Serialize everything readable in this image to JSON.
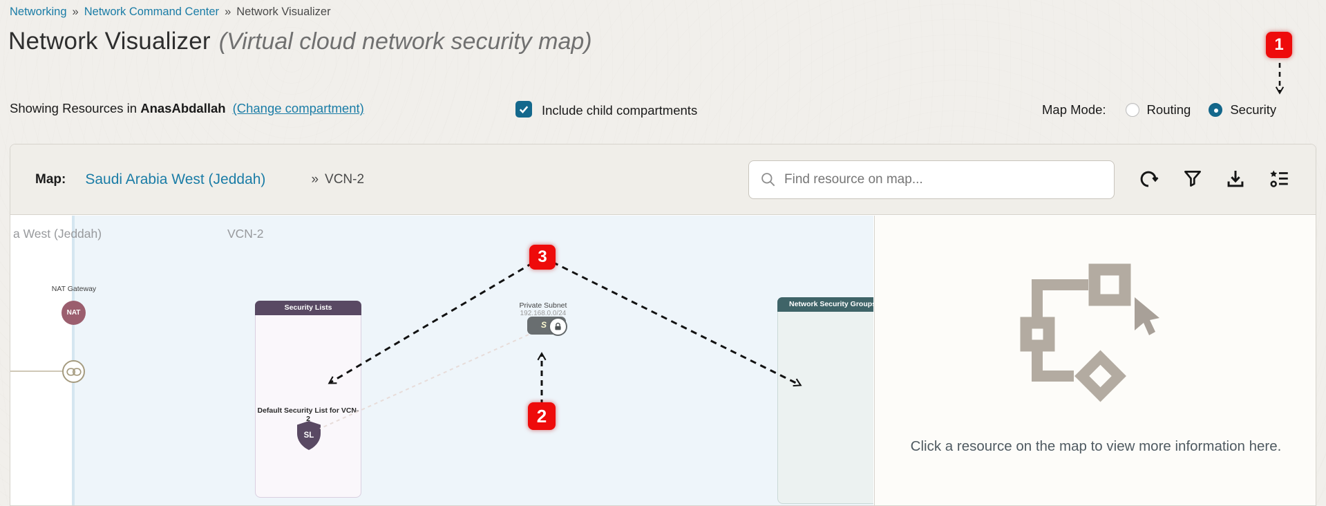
{
  "breadcrumb": {
    "items": [
      {
        "label": "Networking"
      },
      {
        "label": "Network Command Center"
      },
      {
        "label": "Network Visualizer"
      }
    ],
    "separator": "»"
  },
  "header": {
    "title": "Network Visualizer",
    "subtitle": "(Virtual cloud network security map)"
  },
  "compartment_bar": {
    "prefix": "Showing Resources in",
    "compartment": "AnasAbdallah",
    "change_link": "(Change compartment)",
    "checkbox_label": "Include child compartments",
    "checkbox_checked": "true"
  },
  "map_mode": {
    "label": "Map Mode:",
    "options": [
      {
        "label": "Routing",
        "selected": false
      },
      {
        "label": "Security",
        "selected": true
      }
    ]
  },
  "toolbar": {
    "map_label": "Map:",
    "region_link": "Saudi Arabia West (Jeddah)",
    "separator": "»",
    "vcn": "VCN-2",
    "search_placeholder": "Find resource on map...",
    "icons": [
      "refresh-icon",
      "filter-icon",
      "download-icon",
      "legend-icon"
    ]
  },
  "map": {
    "region_label": "a West (Jeddah)",
    "vcn_label": "VCN-2",
    "nat_gateway": {
      "label": "NAT Gateway",
      "abbr": "NAT"
    },
    "security_lists_panel": {
      "title": "Security Lists",
      "item_label": "Default Security List for VCN-2",
      "item_abbr": "SL"
    },
    "subnet": {
      "name": "Private Subnet",
      "cidr": "192.168.0.0/24",
      "abbr": "S"
    },
    "nsg_panel": {
      "title": "Network Security Groups"
    }
  },
  "annotations": [
    {
      "number": "1"
    },
    {
      "number": "2"
    },
    {
      "number": "3"
    }
  ],
  "details_panel": {
    "message": "Click a resource on the map to view more information here."
  },
  "colors": {
    "link": "#1a7ca6",
    "control_teal": "#14688c",
    "annotation_red": "#ee0b0b",
    "security_lists_header": "#594963",
    "nsg_header": "#3f6468",
    "nat_node": "#9b5e6e",
    "page_background": "#f1efeb",
    "vcn_background": "#eef5fa"
  }
}
